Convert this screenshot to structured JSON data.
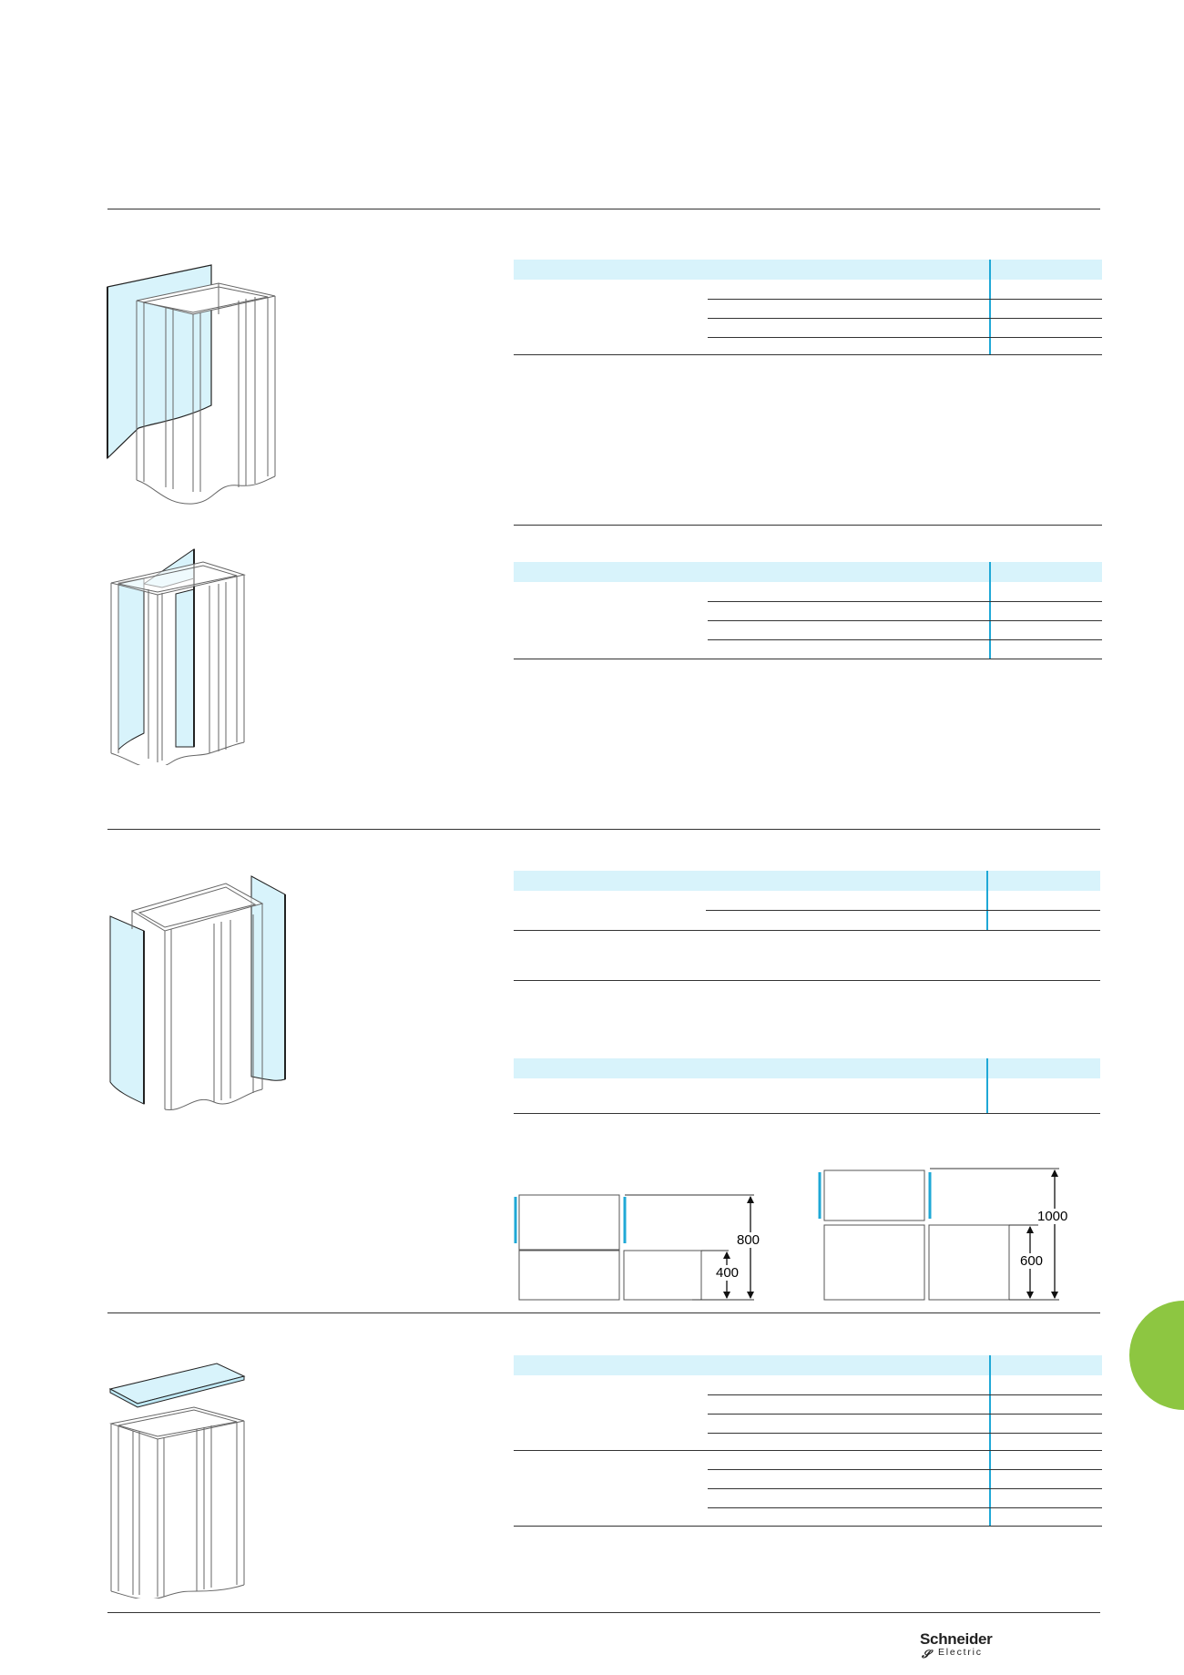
{
  "figure_dims": {
    "left": {
      "total": "800",
      "lower": "400"
    },
    "right": {
      "total": "1000",
      "lower": "600"
    }
  },
  "brand": {
    "line1": "Schneider",
    "line2": "Electric"
  },
  "colors": {
    "panel": "#d8f3fb",
    "accent": "#1fa8d6",
    "rule": "#333333",
    "tab": "#8dc641"
  }
}
